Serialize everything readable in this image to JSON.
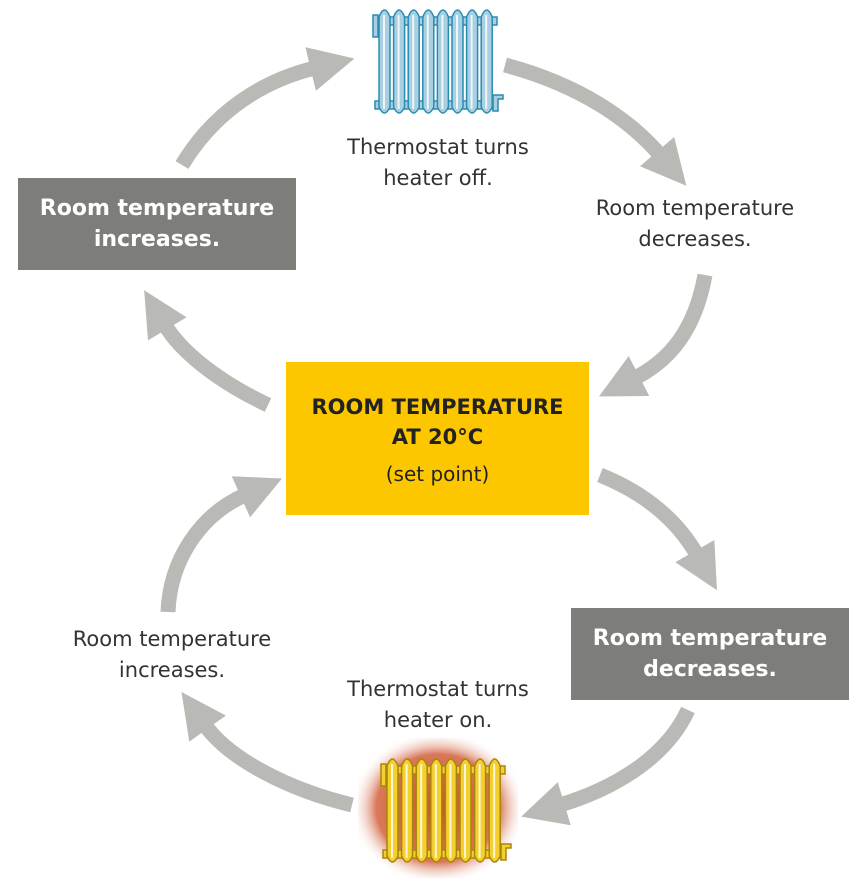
{
  "center": {
    "title_line1": "ROOM TEMPERATURE",
    "title_line2": "AT 20°C",
    "subtitle": "(set point)"
  },
  "top": {
    "label_line1": "Thermostat turns",
    "label_line2": "heater off.",
    "radiator": "cold-radiator-icon"
  },
  "upper_left_box": {
    "line1": "Room temperature",
    "line2": "increases."
  },
  "upper_right": {
    "line1": "Room temperature",
    "line2": "decreases."
  },
  "lower_right_box": {
    "line1": "Room temperature",
    "line2": "decreases."
  },
  "lower_left": {
    "line1": "Room temperature",
    "line2": "increases."
  },
  "bottom": {
    "label_line1": "Thermostat turns",
    "label_line2": "heater on.",
    "radiator": "hot-radiator-icon"
  },
  "colors": {
    "arrow": "#b9b9b6",
    "grey_box": "#7d7d79",
    "set_point": "#fdc700",
    "cold": "#a9d0e2",
    "hot": "#f5cf2e"
  }
}
